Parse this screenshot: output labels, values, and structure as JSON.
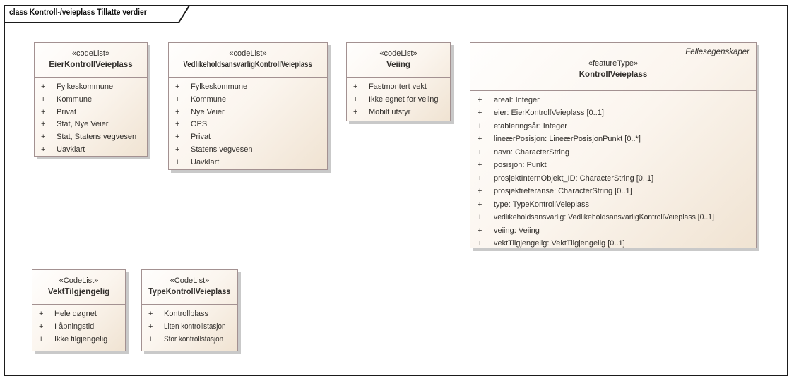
{
  "diagram": {
    "title": "class Kontroll-/veieplass Tillatte verdier",
    "plus": "+"
  },
  "colors": {
    "frame_border": "#1b1b1b",
    "box_border": "#a39191",
    "box_fill_end": "#f0e3d2",
    "shadow": "#c9c9c9",
    "text": "#33302d"
  },
  "boxes": [
    {
      "stereotype": "«codeList»",
      "name": "EierKontrollVeieplass",
      "items": [
        "Fylkeskommune",
        "Kommune",
        "Privat",
        "Stat, Nye Veier",
        "Stat, Statens vegvesen",
        "Uavklart"
      ]
    },
    {
      "stereotype": "«codeList»",
      "name": "VedlikeholdsansvarligKontrollVeieplass",
      "items": [
        "Fylkeskommune",
        "Kommune",
        "Nye Veier",
        "OPS",
        "Privat",
        "Statens vegvesen",
        "Uavklart"
      ]
    },
    {
      "stereotype": "«codeList»",
      "name": "Veiing",
      "items": [
        "Fastmontert vekt",
        "Ikke egnet for veiing",
        "Mobilt utstyr"
      ]
    },
    {
      "stereotype": "«CodeList»",
      "name": "VektTilgjengelig",
      "items": [
        "Hele døgnet",
        "I åpningstid",
        "Ikke tilgjengelig"
      ]
    },
    {
      "stereotype": "«CodeList»",
      "name": "TypeKontrollVeieplass",
      "items": [
        "Kontrollplass",
        "Liten kontrollstasjon",
        "Stor kontrollstasjon"
      ]
    }
  ],
  "feature": {
    "package_label": "Fellesegenskaper",
    "stereotype": "«featureType»",
    "name": "KontrollVeieplass",
    "attributes": [
      "areal: Integer",
      "eier: EierKontrollVeieplass [0..1]",
      "etableringsår: Integer",
      "lineærPosisjon: LineærPosisjonPunkt [0..*]",
      "navn: CharacterString",
      "posisjon: Punkt",
      "prosjektInternObjekt_ID: CharacterString [0..1]",
      "prosjektreferanse: CharacterString [0..1]",
      "type: TypeKontrollVeieplass",
      "vedlikeholdsansvarlig: VedlikeholdsansvarligKontrollVeieplass [0..1]",
      "veiing: Veiing",
      "vektTilgjengelig: VektTilgjengelig [0..1]"
    ]
  }
}
